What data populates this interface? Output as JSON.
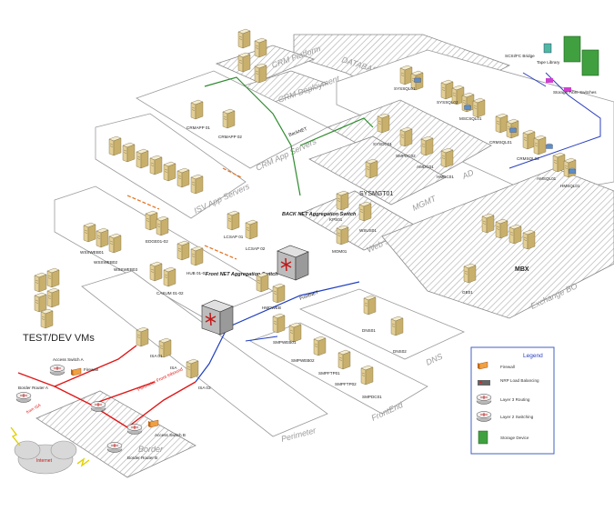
{
  "zones": {
    "database": "DATABASE",
    "crm_platform": "CRM Platform",
    "crm_deployment": "CRM Deployment",
    "crm_app_servers": "CRM App Servers",
    "isv_app_servers": "ISV App Servers",
    "ad": "AD",
    "mgmt": "MGMT",
    "web_svcs_eng": "Web Svcs Eng",
    "exchange_bo": "Exchange BO",
    "dns": "DNS",
    "front_end": "FrontEnd",
    "perimeter": "Perimeter",
    "border": "Border"
  },
  "switches": {
    "back_net": "BACK NET Aggregation Switch",
    "front_net": "Front NET Aggregation Switch",
    "backnet_link": "BackNET",
    "frontnet_link": "FrontNET"
  },
  "test_dev": "TEST/DEV VMs",
  "big_labels": {
    "mbx": "MBX",
    "sysmgt": "SYSMGT01"
  },
  "storage": {
    "scsi_bridge": "SCSI/FC Bridge",
    "tape_library": "Tape Library",
    "fibre_switches": "Storage Fibre Switches"
  },
  "perimeter_links": {
    "front_inbound": "Perimeter Front Inbound",
    "from_isa": "from ISA",
    "internet": "Internet"
  },
  "border": {
    "router_a": "Border Router A",
    "router_b": "Border Router B",
    "access_a": "Access Switch A",
    "access_b": "Access Switch B",
    "firewall": "Firewall"
  },
  "servers": {
    "crmapp01": "CRMAPP 01",
    "crmapp02": "CRMAPP 02",
    "edge": "EDGE01-02",
    "hub": "HUB 01-02",
    "casum": "CASUM 01-02",
    "lcsap1": "LCSAP 01",
    "lcsap2": "LCSAP 02",
    "wssweb": "WSSWEB01",
    "wssweb2": "WSSWEB02",
    "wssweb3": "WSSWEB03",
    "isa1": "ISA 01",
    "isa2": "ISA",
    "isa3": "ISA 03",
    "dns1": "DNS01",
    "dns2": "DNS02",
    "smpweb1": "SMPWEB01",
    "smpweb2": "SMPWEB02",
    "smpftp1": "SMPFTP01",
    "smpftp2": "SMPFTP02",
    "smpdc": "SMPDC01",
    "sql1": "SYSSQL01",
    "sql2": "SYSSQL02",
    "msc": "MSCSQL01",
    "crmsql1": "CRMSQL01",
    "crmsql2": "CRMSQL02",
    "ams": "AMSQL01",
    "hmsql": "HMSQL01",
    "sysdc": "SYSDC01",
    "smpdc2": "SMPDC02",
    "amdc": "AMDC01",
    "hmdc": "HMDC01",
    "kps": "KPS01",
    "wsus": "WSUS01",
    "mom": "MOM01",
    "hmcweb": "HMCWEB",
    "ge": "GE01"
  },
  "legend": {
    "title": "Legend",
    "items": [
      "Firewall",
      "NRP Load Balancing",
      "Layer 3 Routing",
      "Layer 2 Switching",
      "Storage Device"
    ]
  },
  "colors": {
    "backnet": "#2e8b2e",
    "frontnet": "#1f3fbf",
    "mgmt_link": "#e07020",
    "perimeter": "#e01818",
    "storage_link": "#2a3fc0",
    "legend_border": "#4060c0"
  }
}
